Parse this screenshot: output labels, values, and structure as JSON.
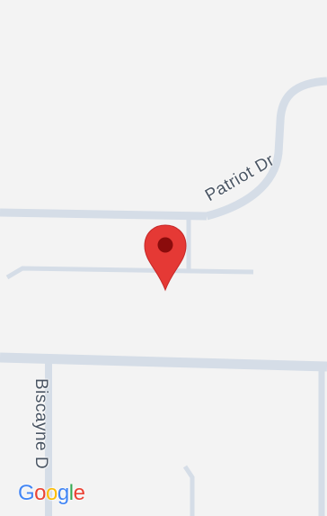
{
  "map": {
    "roads": [
      {
        "name": "Patriot Dr"
      },
      {
        "name": "Biscayne D"
      }
    ],
    "marker": {
      "icon": "location-pin-icon",
      "color": "#e53935",
      "dot_color": "#8b0c0c"
    },
    "attribution": {
      "logo_text": "Google",
      "letters": [
        {
          "ch": "G",
          "color": "#4285f4"
        },
        {
          "ch": "o",
          "color": "#ea4335"
        },
        {
          "ch": "o",
          "color": "#fbbc05"
        },
        {
          "ch": "g",
          "color": "#4285f4"
        },
        {
          "ch": "l",
          "color": "#34a853"
        },
        {
          "ch": "e",
          "color": "#ea4335"
        }
      ]
    },
    "colors": {
      "background": "#f3f3f3",
      "road": "#d5dde7",
      "label": "#4a5563"
    }
  }
}
